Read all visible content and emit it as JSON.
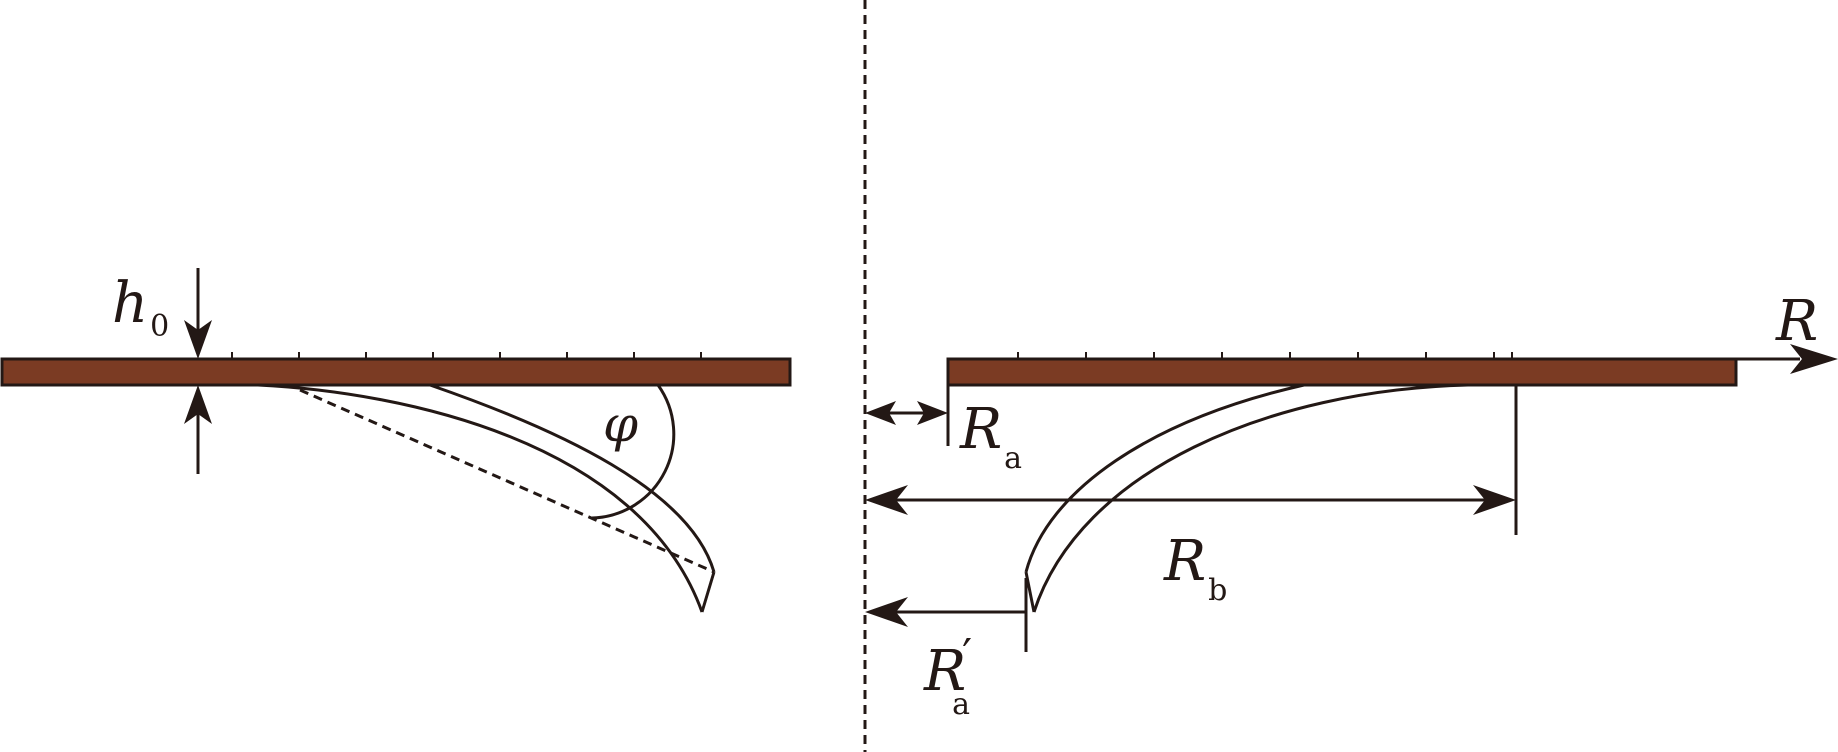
{
  "colors": {
    "strip": "#7B3B23",
    "ink": "#231815",
    "background": "#ffffff"
  },
  "labels": {
    "thickness": {
      "main": "h",
      "sub": "0"
    },
    "angle": "φ",
    "axis": "R",
    "inner_radius": {
      "main": "R",
      "sub": "a"
    },
    "outer_radius": {
      "main": "R",
      "sub": "b"
    },
    "deformed_radius": {
      "main": "R",
      "prime": "′",
      "sub": "a"
    }
  }
}
